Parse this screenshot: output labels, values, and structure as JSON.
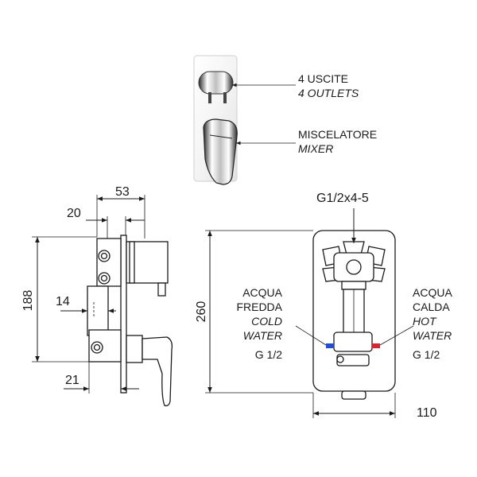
{
  "callouts": {
    "outlets": {
      "line1": "4 USCITE",
      "line2": "4 OUTLETS"
    },
    "mixer": {
      "line1": "MISCELATORE",
      "line2": "MIXER"
    }
  },
  "side_view": {
    "dim_total_depth": "53",
    "dim_inner_depth": "20",
    "dim_height": "188",
    "dim_pipe": "14",
    "dim_bottom": "21"
  },
  "front_view": {
    "connection_top": "G1/2x4-5",
    "dim_height": "260",
    "dim_width": "110",
    "cold": {
      "l1": "ACQUA",
      "l2": "FREDDA",
      "l3": "COLD",
      "l4": "WATER",
      "l5": "G 1/2",
      "color": "#1f4fd8"
    },
    "hot": {
      "l1": "ACQUA",
      "l2": "CALDA",
      "l3": "HOT",
      "l4": "WATER",
      "l5": "G 1/2",
      "color": "#d8242a"
    }
  }
}
